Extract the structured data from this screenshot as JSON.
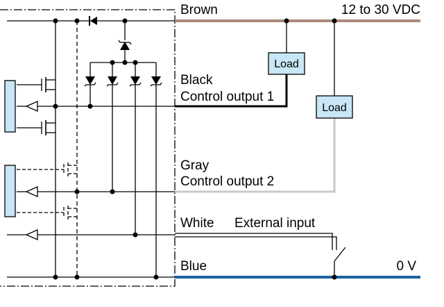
{
  "wires": {
    "brown": {
      "label": "Brown",
      "color": "#a98a7c"
    },
    "black": {
      "label": "Black",
      "sublabel": "Control output 1",
      "color": "#000000"
    },
    "gray": {
      "label": "Gray",
      "sublabel": "Control output 2",
      "color": "#c8c8c8"
    },
    "white": {
      "label": "White",
      "sublabel": "External input",
      "color": "#000000"
    },
    "blue": {
      "label": "Blue",
      "color": "#1a63a0"
    }
  },
  "supply": {
    "positive": "12 to 30 VDC",
    "negative": "0 V"
  },
  "loads": [
    {
      "label": "Load"
    },
    {
      "label": "Load"
    }
  ],
  "colors": {
    "load_fill": "#c8e6f5",
    "connector_fill": "#c8e6f5",
    "line": "#000000"
  }
}
